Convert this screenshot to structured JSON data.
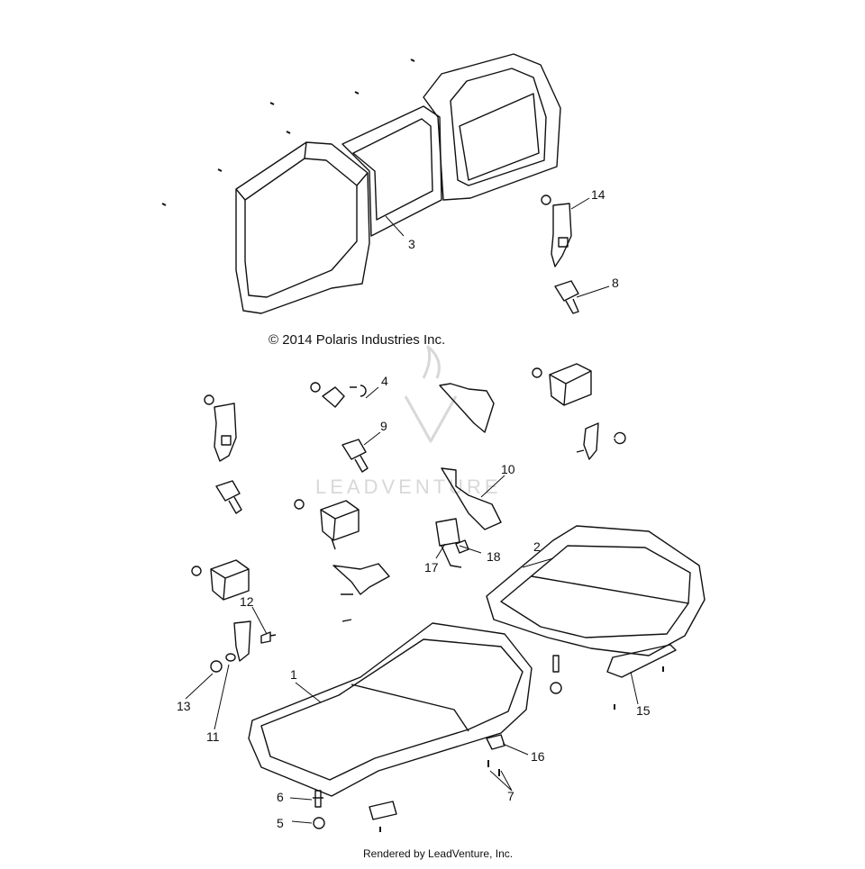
{
  "copyright": "© 2014 Polaris Industries Inc.",
  "rendered_by": "Rendered by LeadVenture, Inc.",
  "watermark": "LEADVENTURE",
  "callouts": [
    {
      "id": "1",
      "label": "1"
    },
    {
      "id": "2",
      "label": "2"
    },
    {
      "id": "3",
      "label": "3"
    },
    {
      "id": "4",
      "label": "4"
    },
    {
      "id": "5",
      "label": "5"
    },
    {
      "id": "6",
      "label": "6"
    },
    {
      "id": "7",
      "label": "7"
    },
    {
      "id": "8",
      "label": "8"
    },
    {
      "id": "9",
      "label": "9"
    },
    {
      "id": "10",
      "label": "10"
    },
    {
      "id": "11",
      "label": "11"
    },
    {
      "id": "12",
      "label": "12"
    },
    {
      "id": "13",
      "label": "13"
    },
    {
      "id": "14",
      "label": "14"
    },
    {
      "id": "15",
      "label": "15"
    },
    {
      "id": "16",
      "label": "16"
    },
    {
      "id": "17",
      "label": "17"
    },
    {
      "id": "18",
      "label": "18"
    }
  ],
  "colors": {
    "line": "#111111",
    "watermark": "#d8d8d8",
    "fill": "#ffffff"
  }
}
